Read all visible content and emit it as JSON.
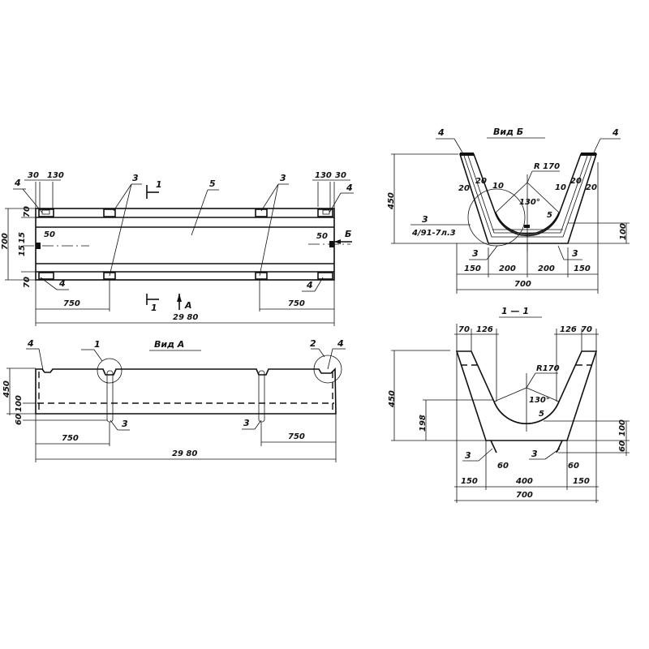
{
  "plan": {
    "top_dims": [
      "30",
      "130",
      "130",
      "30"
    ],
    "callouts": {
      "c3a": "3",
      "c3b": "3",
      "c5": "5",
      "c4tl": "4",
      "c4tr": "4",
      "c4bl": "4",
      "c4br": "4"
    },
    "section_mark": "1",
    "section_mark_bottom": "1",
    "view_a_arrow": "А",
    "view_b_arrow": "Б",
    "left_dims": [
      "70",
      "700",
      "15",
      "15",
      "70"
    ],
    "dim_50_left": "50",
    "dim_50_right": "50",
    "dim_750_left": "750",
    "dim_750_right": "750",
    "dim_total": "29 80"
  },
  "view_a": {
    "title": "Вид А",
    "callouts": {
      "c4": "4",
      "c1": "1",
      "c2": "2",
      "c4r": "4",
      "c3a": "3",
      "c3b": "3"
    },
    "left_dims": [
      "450",
      "100",
      "60"
    ],
    "dim_750_left": "750",
    "dim_750_right": "750",
    "dim_total": "29 80"
  },
  "view_b": {
    "title": "Вид Б",
    "callouts": {
      "c4l": "4",
      "c4r": "4",
      "c3l": "3",
      "c3r": "3",
      "c5": "5"
    },
    "ref_label": "3",
    "ref_sheet": "4/91-7л.3",
    "radius": "R 170",
    "angle": "130°",
    "dims": {
      "h450": "450",
      "h100": "100",
      "t20a": "20",
      "t20b": "20",
      "t20c": "20",
      "t20d": "20",
      "t10a": "10",
      "t10b": "10"
    },
    "bottom_dims": [
      "150",
      "200",
      "200",
      "150"
    ],
    "total": "700"
  },
  "section_1_1": {
    "title": "1 — 1",
    "top_dims": [
      "70",
      "126",
      "126",
      "70"
    ],
    "radius": "R170",
    "angle": "130°",
    "c5": "5",
    "callouts": {
      "c3l": "3",
      "c3r": "3"
    },
    "dims": {
      "h450": "450",
      "h198": "198",
      "h100": "100",
      "h60": "60",
      "w60l": "60",
      "w60r": "60"
    },
    "bottom_dims": [
      "150",
      "400",
      "150"
    ],
    "total": "700"
  }
}
